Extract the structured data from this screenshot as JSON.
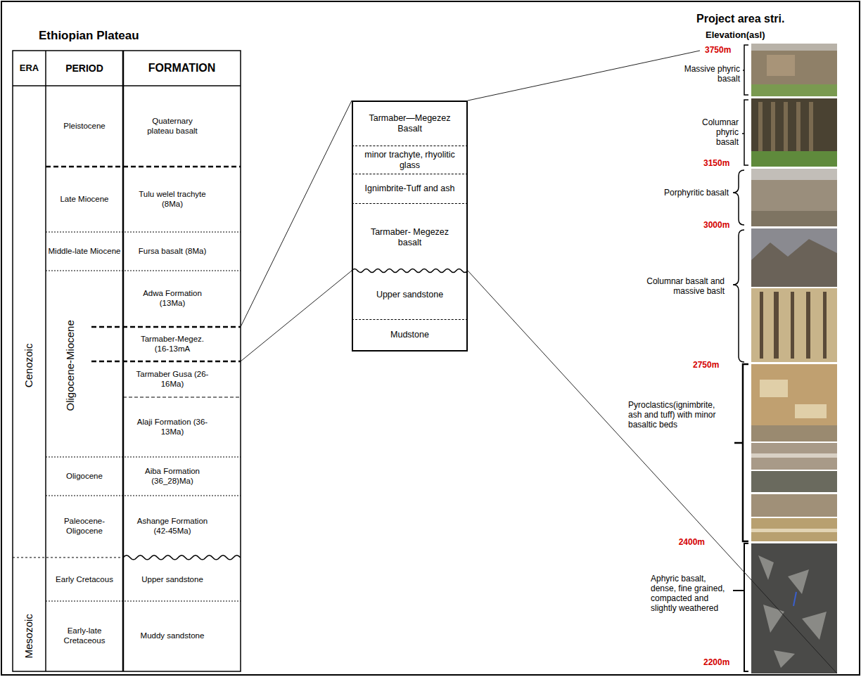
{
  "diagram": {
    "nodes": [
      {
        "text": [
          "Tarmaber—Megezez Basalt"
        ]
      },
      {
        "text": [
          "minor trachyte, rhyolitic glass"
        ]
      },
      {
        "text": [
          "Ignimbrite-Tuff and ash"
        ]
      },
      {
        "text": [
          "Tarmaber- Megezez basalt"
        ]
      },
      {
        "text": [
          "Upper sandstone"
        ]
      },
      {
        "text": [
          "Mudstone"
        ]
      }
    ],
    "labels": [
      "Ethiopian Plateau",
      "ERA",
      "PERIOD",
      "FORMATION",
      "Cenozoic",
      "Mesozoic",
      "Pleistocene",
      "Quaternary plateau basalt",
      "Late Miocene",
      "Tulu welel trachyte (8Ma)",
      "Middle-late Miocene",
      "Fursa basalt (8Ma)",
      "Oligocene-Miocene",
      "Adwa Formation (13Ma)",
      "Tarmaber-Megez. (16-13mA",
      "Tarmaber Gusa (26-16Ma)",
      "Alaji Formation (36-13Ma)",
      "Oligocene",
      "Aiba Formation (36_28)Ma)",
      "Paleocene- Oligocene",
      "Ashange Formation (42-45Ma)",
      "Early Cretacous",
      "Upper sandstone",
      "Early-late Cretaceous",
      "Muddy sandstone",
      "Project area stri.",
      "Elevation(asl)",
      "3750m",
      "Massive phyric basalt",
      "Columnar phyric basalt",
      "3150m",
      "Porphyritic basalt",
      "3000m",
      "Columnar basalt and massive baslt",
      "2750m",
      "Pyroclastics(ignimbrite, ash and tuff) with minor basaltic beds",
      "2400m",
      "Aphyric basalt, dense, fine grained, compacted and slightly weathered",
      "2200m"
    ]
  }
}
